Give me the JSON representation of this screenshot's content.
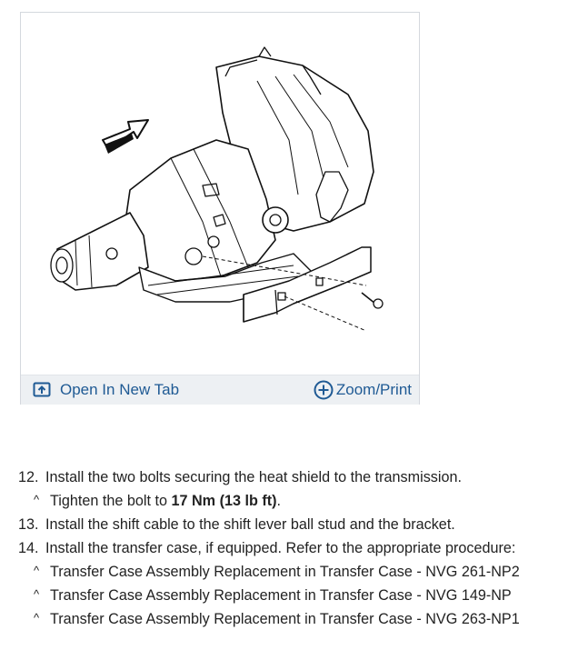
{
  "figure": {
    "open_tab_label": "Open In New Tab",
    "zoom_label": "Zoom/Print",
    "icons": {
      "open": "open-in-new-tab-icon",
      "zoom": "zoom-plus-icon"
    }
  },
  "steps": [
    {
      "num": "12.",
      "text": "Install the two bolts securing the heat shield to the transmission."
    },
    {
      "sub_before": "Tighten the bolt to ",
      "sub_bold": "17 Nm (13 lb ft)",
      "sub_after": "."
    },
    {
      "num": "13.",
      "text": "Install the shift cable to the shift lever ball stud and the bracket."
    },
    {
      "num": "14.",
      "text": "Install the transfer case, if equipped. Refer to the appropriate procedure:"
    },
    {
      "sub": "Transfer Case Assembly Replacement in Transfer Case - NVG 261-NP2"
    },
    {
      "sub": "Transfer Case Assembly Replacement in Transfer Case - NVG 149-NP"
    },
    {
      "sub": "Transfer Case Assembly Replacement in Transfer Case - NVG 263-NP1"
    }
  ],
  "caret_glyph": "^",
  "colors": {
    "link": "#1f5a94",
    "toolbar": "#edf0f3",
    "border": "#d4d8de"
  }
}
